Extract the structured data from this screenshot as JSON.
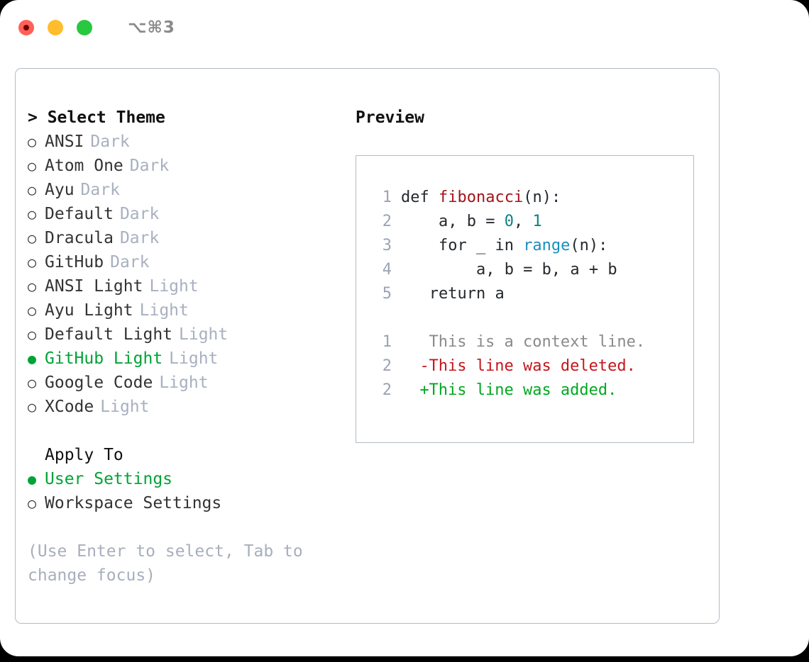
{
  "titlebar": {
    "shortcut": "⌥⌘3",
    "buttons": [
      {
        "name": "close",
        "color": "#ff6058"
      },
      {
        "name": "minimize",
        "color": "#ffbd2e"
      },
      {
        "name": "maximize",
        "color": "#28c840"
      }
    ]
  },
  "theme_picker": {
    "header": "> Select Theme",
    "options": [
      {
        "marker": "○",
        "label": "ANSI",
        "variant": "Dark",
        "selected": false
      },
      {
        "marker": "○",
        "label": "Atom One",
        "variant": "Dark",
        "selected": false
      },
      {
        "marker": "○",
        "label": "Ayu",
        "variant": "Dark",
        "selected": false
      },
      {
        "marker": "○",
        "label": "Default",
        "variant": "Dark",
        "selected": false
      },
      {
        "marker": "○",
        "label": "Dracula",
        "variant": "Dark",
        "selected": false
      },
      {
        "marker": "○",
        "label": "GitHub",
        "variant": "Dark",
        "selected": false
      },
      {
        "marker": "○",
        "label": "ANSI Light",
        "variant": "Light",
        "selected": false
      },
      {
        "marker": "○",
        "label": "Ayu Light",
        "variant": "Light",
        "selected": false
      },
      {
        "marker": "○",
        "label": "Default Light",
        "variant": "Light",
        "selected": false
      },
      {
        "marker": "●",
        "label": "GitHub Light",
        "variant": "Light",
        "selected": true
      },
      {
        "marker": "○",
        "label": "Google Code",
        "variant": "Light",
        "selected": false
      },
      {
        "marker": "○",
        "label": "XCode",
        "variant": "Light",
        "selected": false
      }
    ]
  },
  "apply_to": {
    "header": "Apply To",
    "options": [
      {
        "marker": "●",
        "label": "User Settings",
        "selected": true
      },
      {
        "marker": "○",
        "label": "Workspace Settings",
        "selected": false
      }
    ]
  },
  "hint": "(Use Enter to select, Tab to change focus)",
  "preview": {
    "title": "Preview",
    "code_lines": [
      {
        "number": "1",
        "segments": [
          {
            "text": "def ",
            "token": "plain"
          },
          {
            "text": "fibonacci",
            "token": "fn"
          },
          {
            "text": "(n):",
            "token": "plain"
          }
        ]
      },
      {
        "number": "2",
        "segments": [
          {
            "text": "    a, b = ",
            "token": "plain"
          },
          {
            "text": "0",
            "token": "num"
          },
          {
            "text": ", ",
            "token": "plain"
          },
          {
            "text": "1",
            "token": "num"
          }
        ]
      },
      {
        "number": "3",
        "segments": [
          {
            "text": "    for _ in ",
            "token": "plain"
          },
          {
            "text": "range",
            "token": "call"
          },
          {
            "text": "(n):",
            "token": "plain"
          }
        ]
      },
      {
        "number": "4",
        "segments": [
          {
            "text": "        a, b = b, a + b",
            "token": "plain"
          }
        ]
      },
      {
        "number": "5",
        "segments": [
          {
            "text": "   return a",
            "token": "plain"
          }
        ]
      }
    ],
    "diff_lines": [
      {
        "number": "1",
        "sign": " ",
        "text": "This is a context line.",
        "kind": "context"
      },
      {
        "number": "2",
        "sign": "-",
        "text": "This line was deleted.",
        "kind": "deleted"
      },
      {
        "number": "2",
        "sign": "+",
        "text": "This line was added.",
        "kind": "added"
      }
    ]
  },
  "colors": {
    "accent_green": "#00a336",
    "muted": "#a8b0bf",
    "border": "#b3bbc7",
    "syntax_function": "#a3131b",
    "syntax_number": "#0e8280",
    "syntax_call": "#1a8fbf",
    "diff_deleted": "#c4161c",
    "diff_added": "#00a81f",
    "diff_context": "#8a8a8a"
  }
}
